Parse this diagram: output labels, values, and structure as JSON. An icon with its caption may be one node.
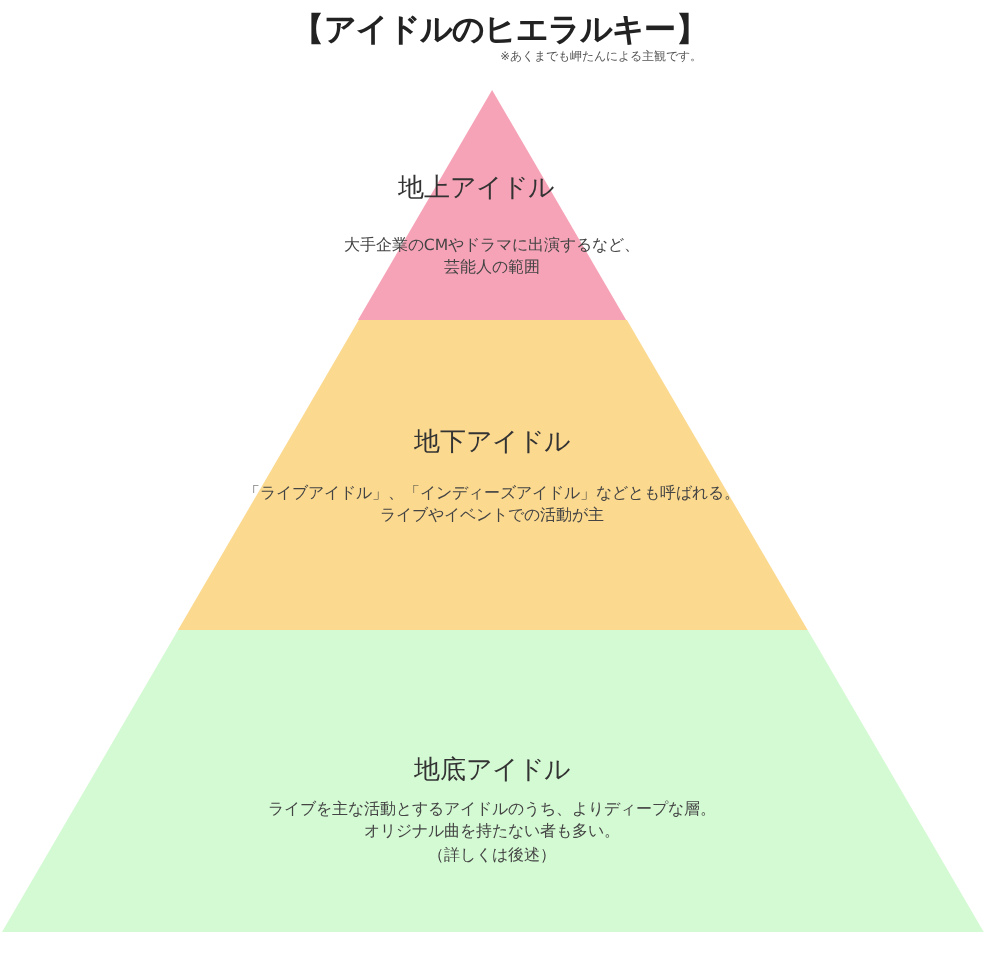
{
  "diagram": {
    "title": "【アイドルのヒエラルキー】",
    "nodes": [
      {
        "text": [
          "地上アイドル",
          "大手企業のCMやドラマに出演するなど、芸能人の範囲"
        ]
      },
      {
        "text": [
          "地下アイドル",
          "「ライブアイドル」、「インディーズアイドル」などとも呼ばれる。ライブやイベントでの活動が主"
        ]
      },
      {
        "text": [
          "地底アイドル",
          "ライブを主な活動とするアイドルのうち、よりディープな層。オリジナル曲を持たない者も多い。",
          "（詳しくは後述）"
        ]
      }
    ],
    "labels": [
      "※あくまでも岬たんによる主観です。"
    ]
  }
}
